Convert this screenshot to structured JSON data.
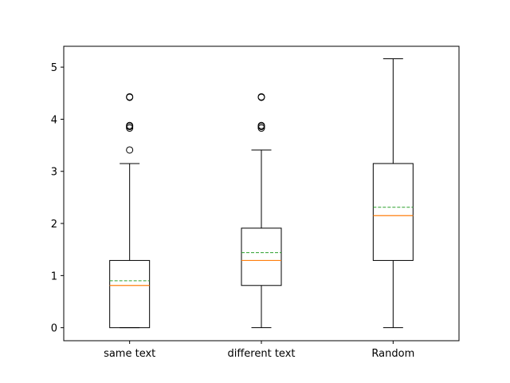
{
  "chart_data": {
    "type": "boxplot",
    "title": "",
    "xlabel": "",
    "ylabel": "",
    "categories": [
      "same text",
      "different text",
      "Random"
    ],
    "ylim": [
      -0.25,
      5.4
    ],
    "yticks": [
      0,
      1,
      2,
      3,
      4,
      5
    ],
    "grid": false,
    "boxes": [
      {
        "label": "same text",
        "whisker_low": 0.0,
        "q1": 0.0,
        "median": 0.81,
        "mean": 0.9,
        "q3": 1.29,
        "whisker_high": 3.15,
        "outliers": [
          3.41,
          3.83,
          3.86,
          3.88,
          4.42,
          4.43
        ]
      },
      {
        "label": "different text",
        "whisker_low": 0.0,
        "q1": 0.81,
        "median": 1.29,
        "mean": 1.44,
        "q3": 1.91,
        "whisker_high": 3.41,
        "outliers": [
          3.83,
          3.86,
          3.88,
          4.42,
          4.43
        ]
      },
      {
        "label": "Random",
        "whisker_low": 0.0,
        "q1": 1.29,
        "median": 2.15,
        "mean": 2.31,
        "q3": 3.15,
        "whisker_high": 5.16,
        "outliers": []
      }
    ],
    "colors": {
      "box": "#000000",
      "median": "#ff7f0e",
      "mean": "#2ca02c",
      "outlier": "#000000"
    }
  }
}
